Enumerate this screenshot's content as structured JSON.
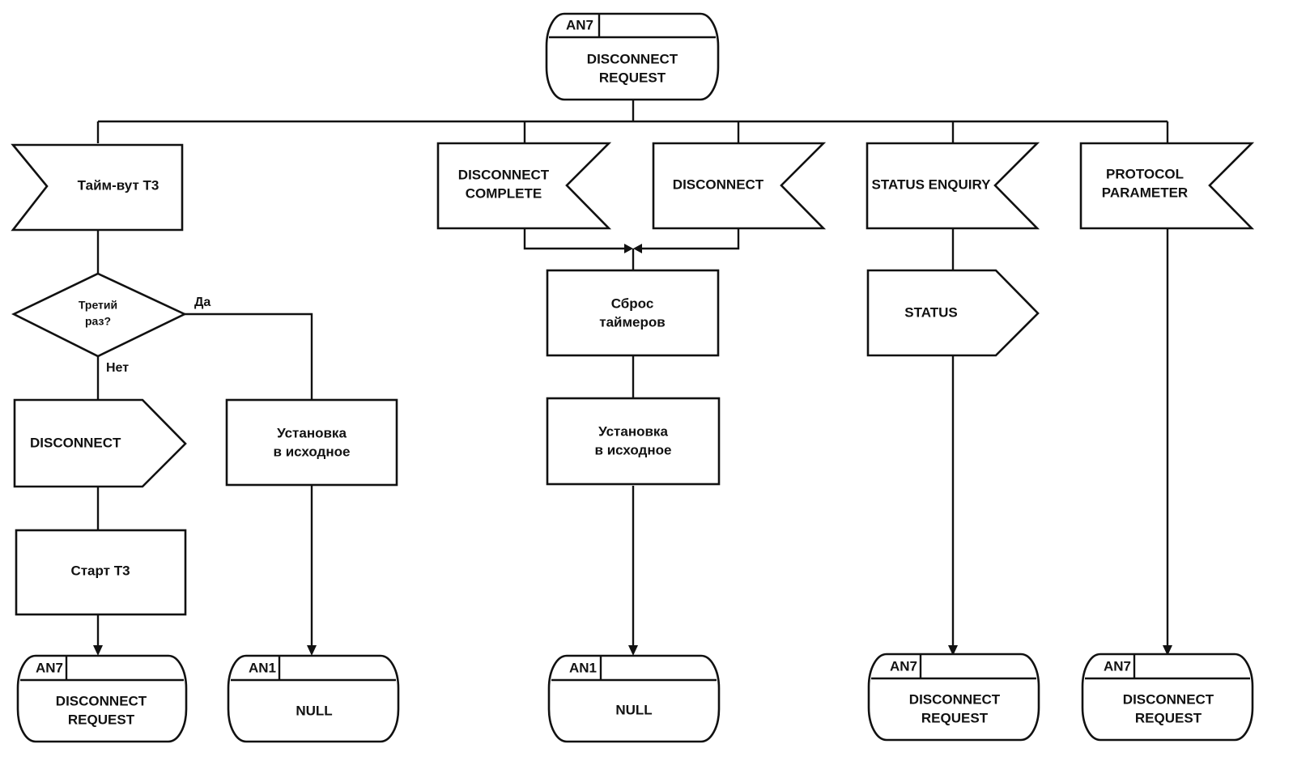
{
  "diagram": {
    "start_state": {
      "id": "AN7",
      "line1": "DISCONNECT",
      "line2": "REQUEST"
    },
    "branch_t3": {
      "timeout": "Тайм-вут Т3",
      "decision_line1": "Третий",
      "decision_line2": "раз?",
      "yes": "Да",
      "no": "Нет",
      "send_disconnect": "DISCONNECT",
      "start_t3": "Старт Т3",
      "reset_line1": "Установка",
      "reset_line2": "в исходное",
      "end_left": {
        "id": "AN7",
        "line1": "DISCONNECT",
        "line2": "REQUEST"
      },
      "end_null": {
        "id": "AN1",
        "label": "NULL"
      }
    },
    "branch_disconnect": {
      "recv_complete_line1": "DISCONNECT",
      "recv_complete_line2": "COMPLETE",
      "recv_disconnect": "DISCONNECT",
      "timers_line1": "Сброс",
      "timers_line2": "таймеров",
      "reset_line1": "Установка",
      "reset_line2": "в исходное",
      "end_null": {
        "id": "AN1",
        "label": "NULL"
      }
    },
    "branch_status": {
      "recv": "STATUS ENQUIRY",
      "send": "STATUS",
      "end": {
        "id": "AN7",
        "line1": "DISCONNECT",
        "line2": "REQUEST"
      }
    },
    "branch_protocol": {
      "recv_line1": "PROTOCOL",
      "recv_line2": "PARAMETER",
      "end": {
        "id": "AN7",
        "line1": "DISCONNECT",
        "line2": "REQUEST"
      }
    }
  }
}
